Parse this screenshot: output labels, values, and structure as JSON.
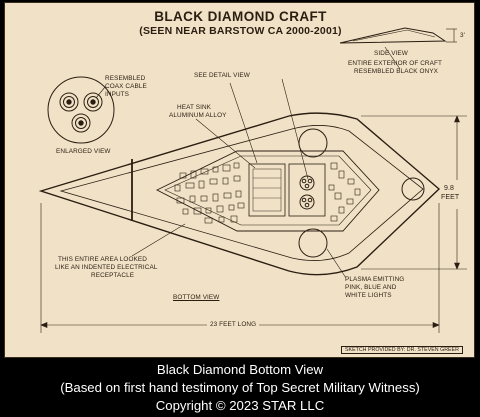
{
  "diagram": {
    "title": "BLACK DIAMOND CRAFT",
    "subtitle": "(SEEN NEAR BARSTOW CA 2000-2001)",
    "labels": {
      "side_view": "SIDE VIEW",
      "exterior_line1": "ENTIRE EXTERIOR OF CRAFT",
      "exterior_line2": "RESEMBLED BLACK ONYX",
      "side_height": "3'",
      "coax_line1": "RESEMBLED",
      "coax_line2": "COAX CABLE",
      "coax_line3": "INPUTS",
      "enlarged_view": "ENLARGED VIEW",
      "see_detail": "SEE DETAIL VIEW",
      "heat_sink_line1": "HEAT SINK",
      "heat_sink_line2": "ALUMINUM ALLOY",
      "width_value": "9.8",
      "width_unit": "FEET",
      "electrical_line1": "THIS ENTIRE AREA LOOKED",
      "electrical_line2": "LIKE AN INDENTED ELECTRICAL",
      "electrical_line3": "RECEPTACLE",
      "plasma_line1": "PLASMA EMITTING",
      "plasma_line2": "PINK, BLUE AND",
      "plasma_line3": "WHITE LIGHTS",
      "bottom_view": "BOTTOM VIEW",
      "length": "23 FEET LONG",
      "credit": "SKETCH PROVIDED BY: DR. STEVEN GREER"
    },
    "colors": {
      "paper": "#f1e2c7",
      "ink": "#2a1e12",
      "background": "#000000",
      "caption_text": "#ffffff"
    }
  },
  "caption": {
    "line1": "Black Diamond Bottom View",
    "line2": "(Based on first hand testimony of Top Secret Military Witness)",
    "line3": "Copyright © 2023 STAR LLC"
  }
}
